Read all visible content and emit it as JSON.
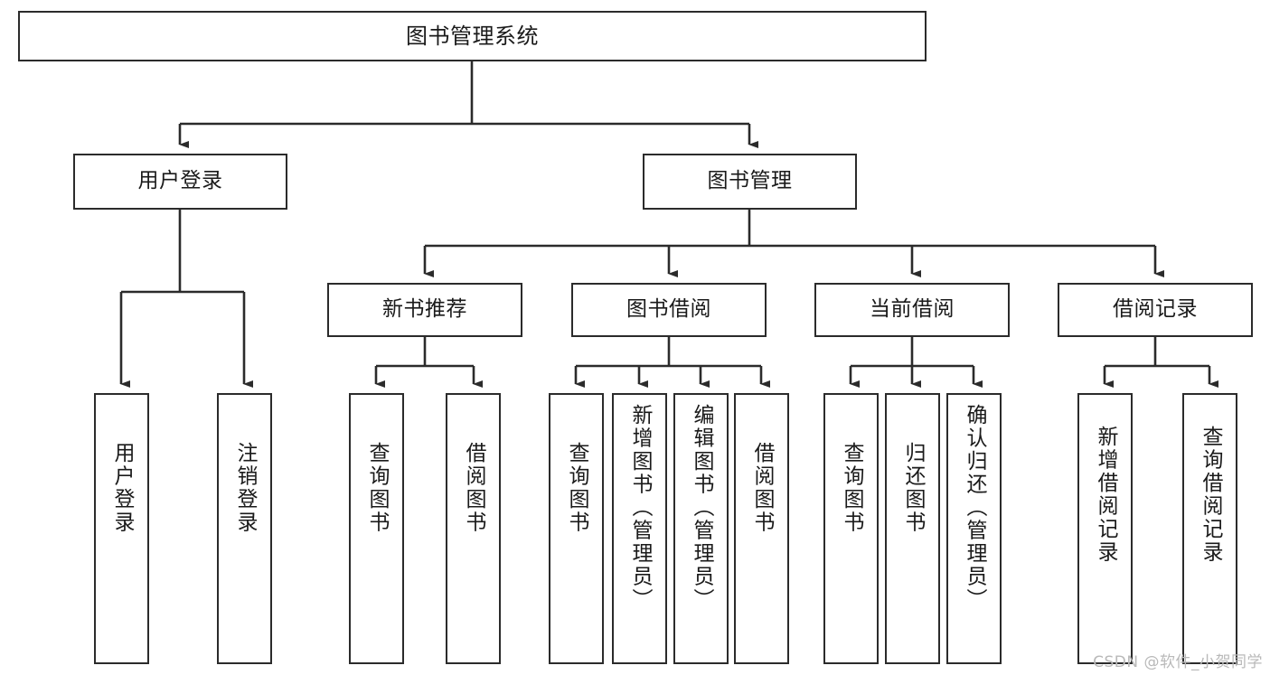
{
  "diagram": {
    "title": "图书管理系统",
    "type": "tree-hierarchy-diagram",
    "colors": {
      "box_stroke": "#2b2b2b",
      "box_fill": "#ffffff",
      "connector": "#2b2b2b",
      "text": "#1a1a1a",
      "watermark": "#b9b9b9",
      "background": "#ffffff"
    },
    "root": {
      "label": "图书管理系统"
    },
    "level2": [
      {
        "label": "用户登录"
      },
      {
        "label": "图书管理"
      }
    ],
    "level3": [
      {
        "label": "新书推荐"
      },
      {
        "label": "图书借阅"
      },
      {
        "label": "当前借阅"
      },
      {
        "label": "借阅记录"
      }
    ],
    "leaves": {
      "user_login": [
        {
          "label": "用户登录"
        },
        {
          "label": "注销登录"
        }
      ],
      "new_book_recommend": [
        {
          "label": "查询图书"
        },
        {
          "label": "借阅图书"
        }
      ],
      "book_borrow": [
        {
          "label": "查询图书"
        },
        {
          "label": "新增图书（管理员）"
        },
        {
          "label": "编辑图书（管理员）"
        },
        {
          "label": "借阅图书"
        }
      ],
      "current_borrow": [
        {
          "label": "查询图书"
        },
        {
          "label": "归还图书"
        },
        {
          "label": "确认归还（管理员）"
        }
      ],
      "borrow_record": [
        {
          "label": "新增借阅记录"
        },
        {
          "label": "查询借阅记录"
        }
      ]
    }
  },
  "watermark": {
    "text": "CSDN @软件_小贺同学"
  }
}
